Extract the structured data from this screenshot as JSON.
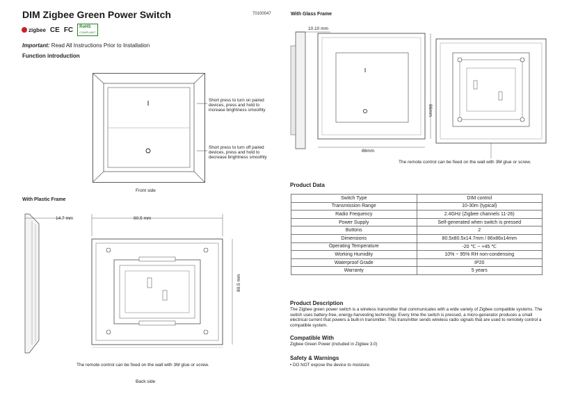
{
  "header": {
    "title": "DIM Zigbee Green Power Switch",
    "code": "70100047",
    "certs": {
      "zigbee": "zigbee",
      "ce": "CE",
      "fcc": "FC",
      "rohs": "RoHS",
      "rohs_sub": "COMPLIANT"
    }
  },
  "important": {
    "label": "Important:",
    "text": " Read All Instructions Prior to Installation"
  },
  "function_intro": {
    "heading": "Function introduction",
    "symbol_on": "I",
    "symbol_off": "O",
    "note_on": [
      "Short press to turn on paired",
      "devices, press and hold to",
      "increase brightness smoothly"
    ],
    "note_off": [
      "Short press to turn off paired",
      "devices, press and hold to",
      "decrease brightness smoothly"
    ],
    "caption": "Front side"
  },
  "plastic_frame": {
    "heading": "With Plastic Frame",
    "dim_depth": "14.7 mm",
    "dim_width": "80.5 mm",
    "dim_height": "80.5 mm",
    "note": "The remote control can be fixed on the wall with 3M glue or screw.",
    "caption": "Back side"
  },
  "glass_frame": {
    "heading": "With Glass Frame",
    "dim_depth": "10.10 mm",
    "dim_width": "86mm",
    "dim_height": "86mm",
    "note": "The remote control can be fixed on the wall with 3M glue or screw."
  },
  "product_data": {
    "heading": "Product Data",
    "rows": [
      [
        "Switch Type",
        "DIM  control"
      ],
      [
        "Transmission Range",
        "10-30m (typical)"
      ],
      [
        "Radio Frequency",
        "2.4GHz (Zigbee channels 11-26)"
      ],
      [
        "Power Supply",
        "Self-generated when switch is pressed"
      ],
      [
        "Buttons",
        "2"
      ],
      [
        "Dimensions",
        "80.5x80.5x14.7mm  /  86x86x14mm"
      ],
      [
        "Operating Temperature",
        "-20 ℃ ~ +45 ℃"
      ],
      [
        "Working Humidity",
        "10% ~ 95% RH non-condensing"
      ],
      [
        "Waterproof Grade",
        "IP20"
      ],
      [
        "Warranty",
        "5 years"
      ]
    ]
  },
  "description": {
    "heading": "Product Description",
    "text": "The Zigbee green power switch is a wireless transmitter that communicates with a wide variety of Zigbee compatible systems. The switch uses battery-free, energy-harvesting technology. Every time the switch is pressed, a micro-generator produces a small electrical current that powers a built-in transmitter. This transmitter sends wireless radio signals that are used to remotely control a compatible system."
  },
  "compatible": {
    "heading": "Compatible With",
    "text": "Zigbee Green Power (included in Zigbee 3.0)"
  },
  "safety": {
    "heading": "Safety & Warnings",
    "text": "• DO NOT expose the device to moisture."
  }
}
